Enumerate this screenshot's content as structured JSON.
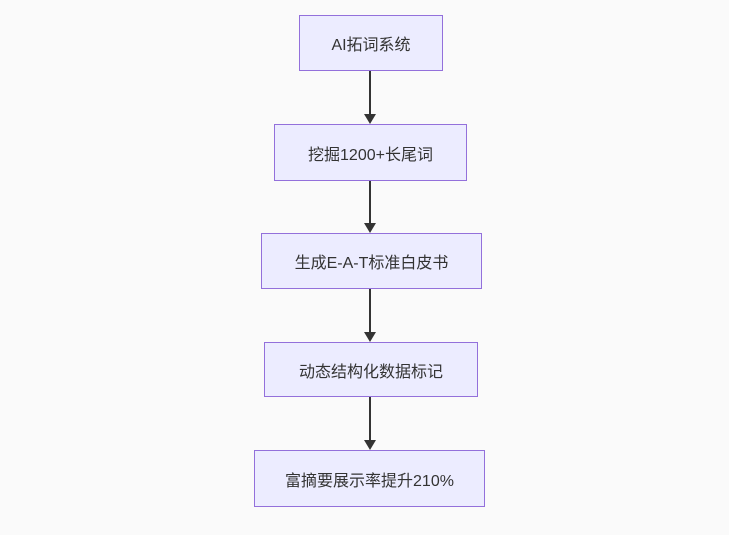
{
  "diagram": {
    "type": "flowchart",
    "direction": "top-down",
    "nodes": [
      {
        "id": "A",
        "label": "AI拓词系统"
      },
      {
        "id": "B",
        "label": "挖掘1200+长尾词"
      },
      {
        "id": "C",
        "label": "生成E-A-T标准白皮书"
      },
      {
        "id": "D",
        "label": "动态结构化数据标记"
      },
      {
        "id": "E",
        "label": "富摘要展示率提升210%"
      }
    ],
    "edges": [
      {
        "from": "A",
        "to": "B"
      },
      {
        "from": "B",
        "to": "C"
      },
      {
        "from": "C",
        "to": "D"
      },
      {
        "from": "D",
        "to": "E"
      }
    ],
    "colors": {
      "background": "#fafafa",
      "node_fill": "#ECECFF",
      "node_border": "#9370DB",
      "node_text": "#333333",
      "arrow": "#333333"
    }
  }
}
